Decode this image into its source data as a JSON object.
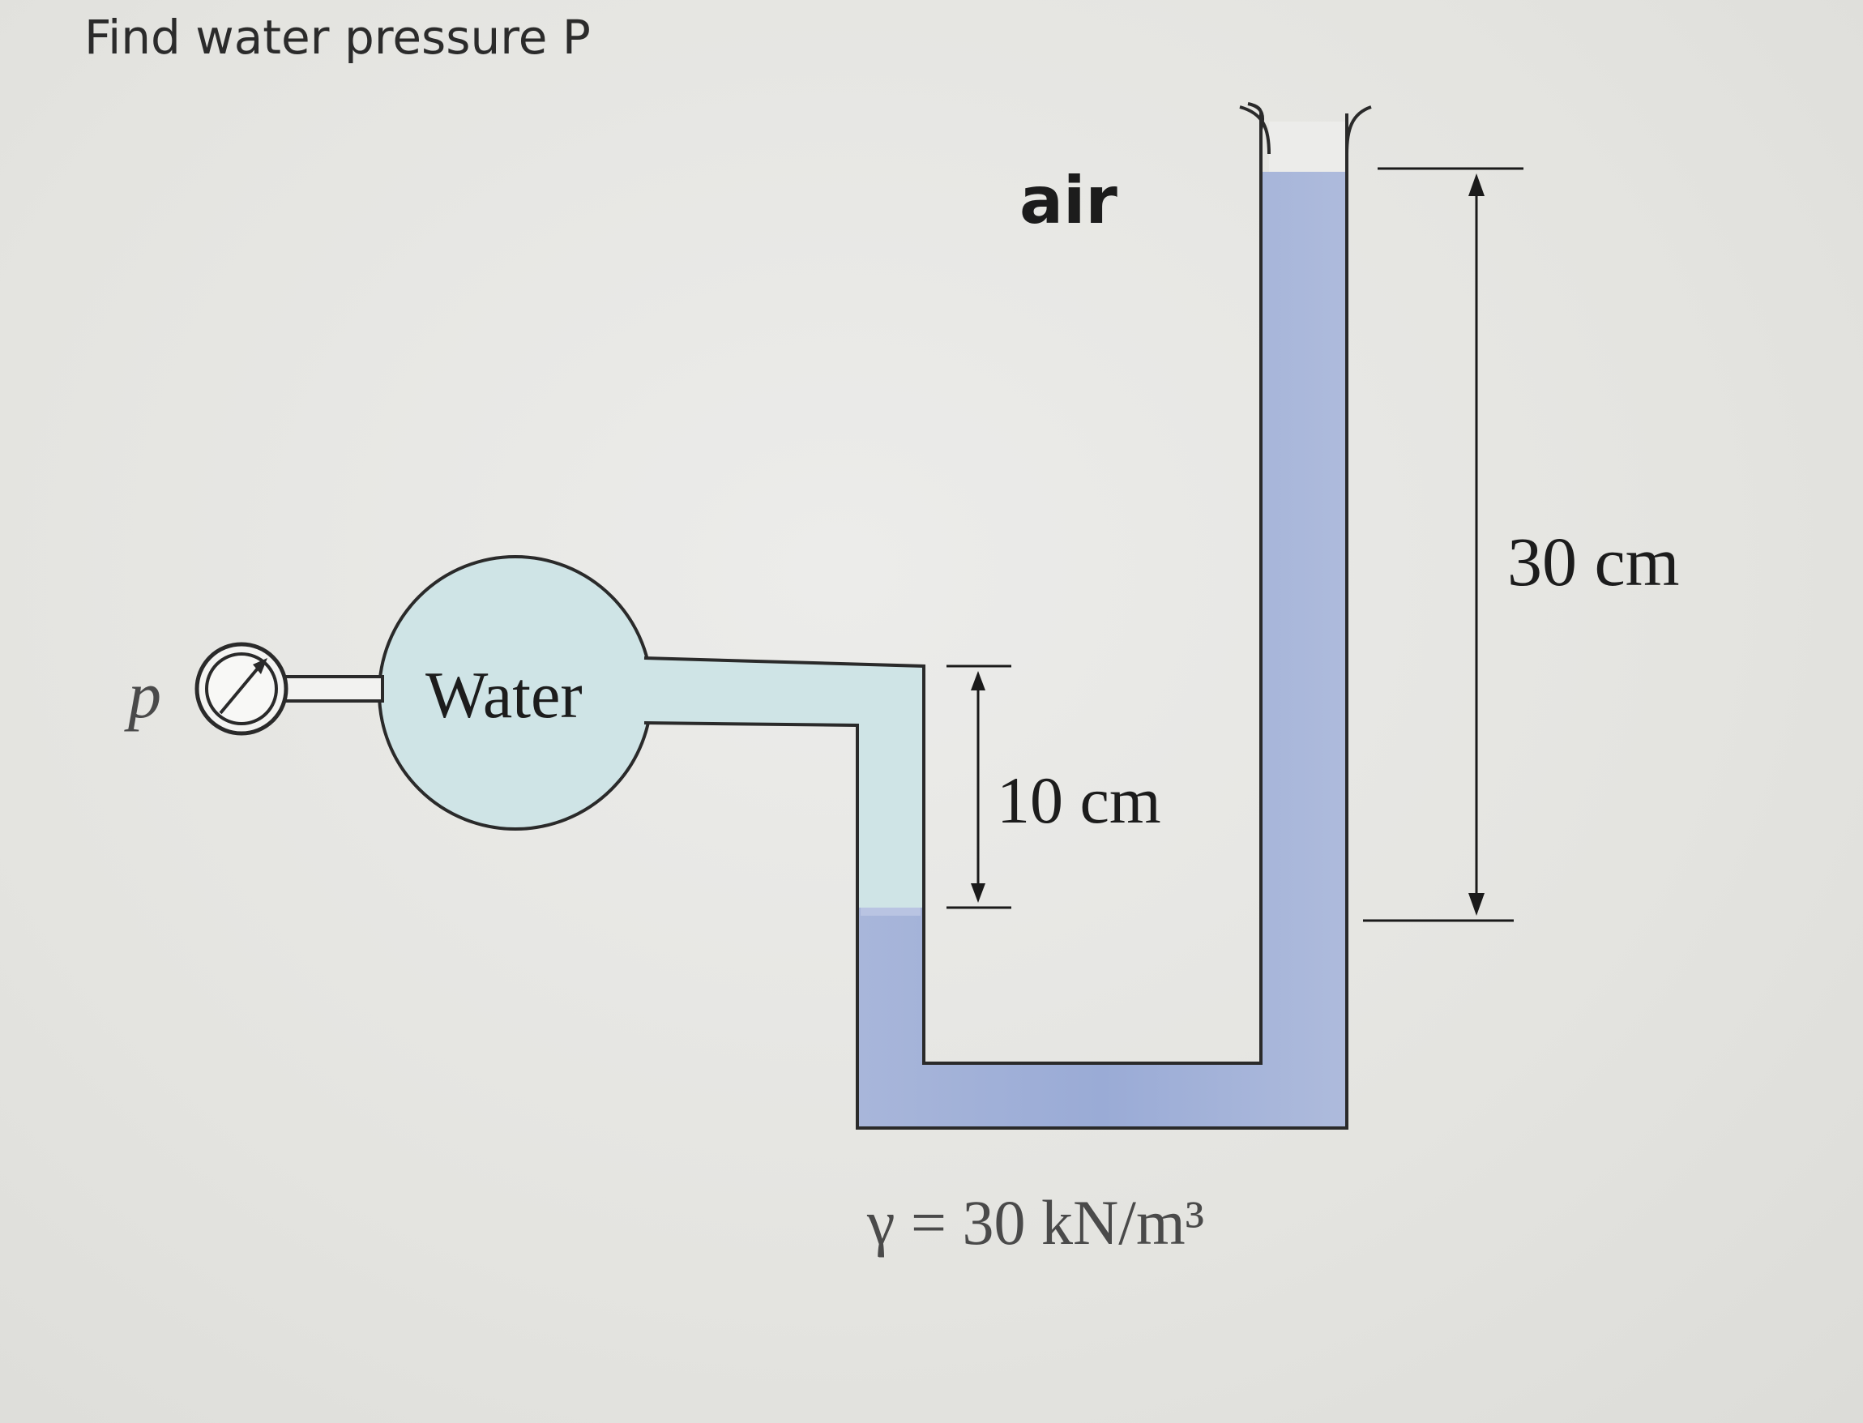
{
  "question": {
    "text": "Find water pressure P"
  },
  "diagram": {
    "labels": {
      "air": "air",
      "water": "Water",
      "gauge_symbol": "p",
      "short_height": "10 cm",
      "tall_height": "30 cm",
      "specific_weight": "γ = 30 kN/m³"
    },
    "icons": {
      "gauge": "pressure-gauge-icon"
    },
    "colors": {
      "water_fill": "#cfe4e6",
      "manometer_fluid": "#9fb0d6",
      "outline": "#2a2a2a",
      "dimension_line": "#1a1a1a"
    }
  }
}
